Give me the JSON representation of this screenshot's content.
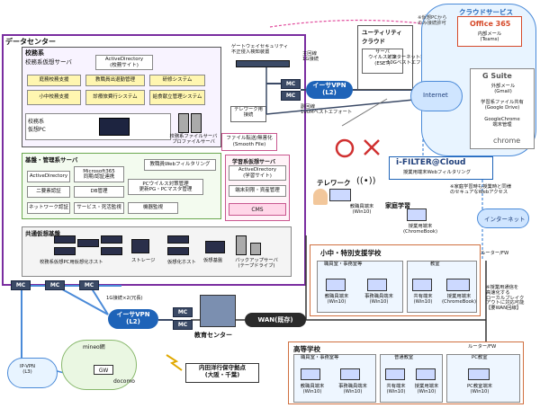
{
  "datacenter": {
    "title": "データセンター",
    "school_vserver": {
      "header": "校務系",
      "subheader": "校務系仮想サーバ",
      "active_directory": "ActiveDirectory\n(校務サイト)",
      "cells": [
        "庭務校務支援",
        "教職員出退勤管理",
        "研修システム",
        "小中校務支援",
        "診療旅費行システム",
        "給食献立管理システム"
      ],
      "pc_label": "校務系\n仮想PC",
      "file_server": "校務系ファイルサーバ\nプロファイルサーバ"
    },
    "file_transfer": "ファイル転送/無害化\n(Smooth File)",
    "kiban": {
      "header": "基盤・管理系サーバ",
      "cells": [
        "ActiveDirectory",
        "Microsoft365\n同期/認証連携",
        "PCウイルス対策管理\n更新PG・PCマスタ管理",
        "二要素認証",
        "DB管理",
        "ネットワーク認証",
        "サービス・死活監視",
        "機器監視"
      ],
      "webfilter": "教職員Webフィルタリング"
    },
    "gakushu": {
      "header": "学習系仮想サーバ",
      "active_directory": "ActiveDirectory\n(学習サイト)",
      "terminal": "端末刻限・資産管理",
      "cms": "CMS"
    },
    "shared": {
      "header": "共通仮想基盤",
      "labels": [
        "校務系仮想PC用仮想化ホスト",
        "ストレージ",
        "仮想化ホスト",
        "仮想基盤",
        "バックアップサーバ\n(テープドライブ)"
      ]
    }
  },
  "top": {
    "gateway": "ゲートウェイセキュリティ\n不正侵入検知装置",
    "main_line": "主回線\n1G接続",
    "telework_line": "テレワーク用\n接続",
    "sub_line": "副回線\n100Mベストエフォート",
    "mc1": "MC",
    "mc2": "MC",
    "ipvpn": "イーサVPN\n(L2)"
  },
  "utility_cloud": {
    "title": "ユーティリティ\nクラウド",
    "antivirus": "サーバ\nウイルス対策\n(ESET)",
    "internet_line": "インターネット接続回線\n10Gベストエフォート(冗長)"
  },
  "cloud": {
    "title": "クラウドサービス",
    "note": "※仮想PCから\nのみ接続許可",
    "office365": "Office 365",
    "teams": "内部メール\n(Teams)",
    "gsuite": "G Suite",
    "gmail": "外部メール\n(Gmail)",
    "drive": "学習系ファイル共有\n(Google Drive)",
    "chrome_manage": "GoogleChrome\n端末管理",
    "chrome": "chrome",
    "ifilter": "i-FILTER@Cloud",
    "ifilter_sub": "授業用端末Webフィルタリング",
    "internet": "Internet"
  },
  "telework": {
    "title": "テレワーク",
    "terminal": "教職員端末\n(Win10)"
  },
  "home": {
    "title": "家庭学習",
    "terminal": "授業用端末\n(ChromeBook)",
    "note": "※家庭学習時も授業時と同様\nのセキュアなWebアクセス"
  },
  "elementary": {
    "title": "小中・特別支援学校",
    "staff_room": "職員室・事務室等",
    "classroom": "教室",
    "terminals": [
      "教職員端末\n(Win10)",
      "事務職員端末\n(Win10)",
      "共有端末\n(Win10)",
      "授業用端末\n(ChromeBook)"
    ],
    "router": "ルーター/FW"
  },
  "high": {
    "title": "高等学校",
    "staff_room": "職員室・事務室等",
    "classroom": "普通教室",
    "pc_room": "PC教室",
    "terminals": [
      "教職員端末\n(Win10)",
      "事務職員端末\n(Win10)",
      "共有端末\n(Win10)",
      "授業用端末\n(Win10)",
      "PC教室端末\n(Win10)"
    ],
    "router": "ルーター/FW"
  },
  "bottom": {
    "mc_labels": [
      "MC",
      "MC",
      "MC"
    ],
    "line": "1G接続×2(冗長)",
    "vpn": "イーサVPN\n(L2)",
    "mc_center": [
      "MC",
      "MC"
    ],
    "center": "教育センター",
    "wan": "WAN(既存)",
    "ipvpn": "IP-VPN\n(L3)",
    "gw": "GW",
    "mineo": "mineo網",
    "docomo": "docomo",
    "maintenance": "内田洋行保守拠点\n(大阪・千葉)",
    "internet2": "インターネット",
    "local_breakout": "※授業用通信を\n高速化する\nローカルブレイク\nアウトに対応可能\n【要WAN回線】"
  },
  "colors": {
    "purple": "#7a2da0",
    "vpn": "#1e63b8",
    "ok": "#d03030",
    "line_red": "#cc2a2a"
  }
}
